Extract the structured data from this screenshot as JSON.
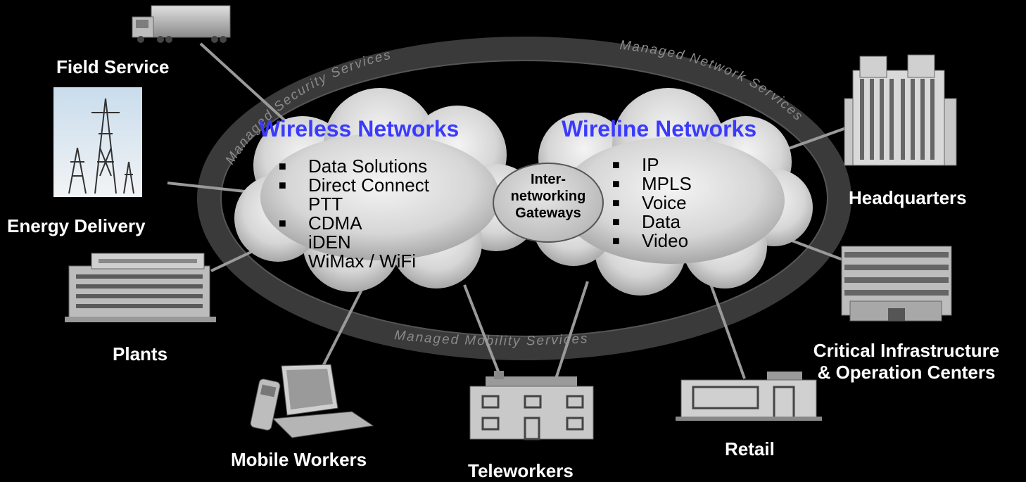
{
  "ring_labels": {
    "top_left": "Managed Security Services",
    "top_right": "Managed Network Services",
    "bottom": "Managed Mobility Services"
  },
  "wireless": {
    "title": "Wireless Networks",
    "items": [
      "Data Solutions",
      "Direct Connect",
      "PTT",
      "CDMA",
      "iDEN",
      "WiMax / WiFi"
    ],
    "bullets": [
      "■",
      "■",
      "",
      "■",
      "",
      ""
    ]
  },
  "wireline": {
    "title": "Wireline Networks",
    "items": [
      "IP",
      "MPLS",
      "Voice",
      "Data",
      "Video"
    ],
    "bullet": "■"
  },
  "gateway": {
    "line1": "Inter-",
    "line2": "networking",
    "line3": "Gateways"
  },
  "endpoints": {
    "field_service": "Field Service",
    "energy_delivery": "Energy Delivery",
    "plants": "Plants",
    "mobile_workers": "Mobile Workers",
    "teleworkers": "Teleworkers",
    "retail": "Retail",
    "critical_line1": "Critical Infrastructure",
    "critical_line2": "& Operation Centers",
    "headquarters": "Headquarters"
  },
  "colors": {
    "background": "#000000",
    "title_blue": "#3a3aff",
    "cloud": "#d9d9d9",
    "ring": "#3a3a3a",
    "connector": "#9a9a9a"
  }
}
